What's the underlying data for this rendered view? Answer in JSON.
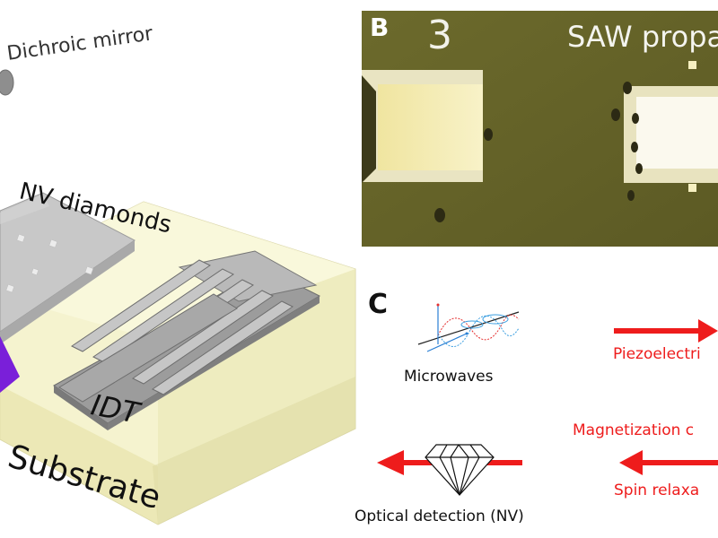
{
  "panel_a": {
    "dichroic_mirror": "Dichroic mirror",
    "nv_diamonds": "NV diamonds",
    "idt": "IDT",
    "substrate": "Substrate"
  },
  "panel_b": {
    "letter": "B",
    "number": "3",
    "caption": "SAW propa"
  },
  "panel_c": {
    "letter": "C",
    "microwaves": "Microwaves",
    "piezoelectric": "Piezoelectri",
    "magnetization": "Magnetization c",
    "spin_relaxation": "Spin relaxa",
    "optical_detection": "Optical detection (NV)"
  },
  "colors": {
    "arrow_red": "#ee1c1c",
    "substrate_yellow": "#f4f1c6",
    "idt_gray": "#9a9a9a",
    "laser_violet": "#7a1fd9",
    "micrograph_green": "#6d6a2d",
    "pad_gold": "#f4eab0"
  }
}
